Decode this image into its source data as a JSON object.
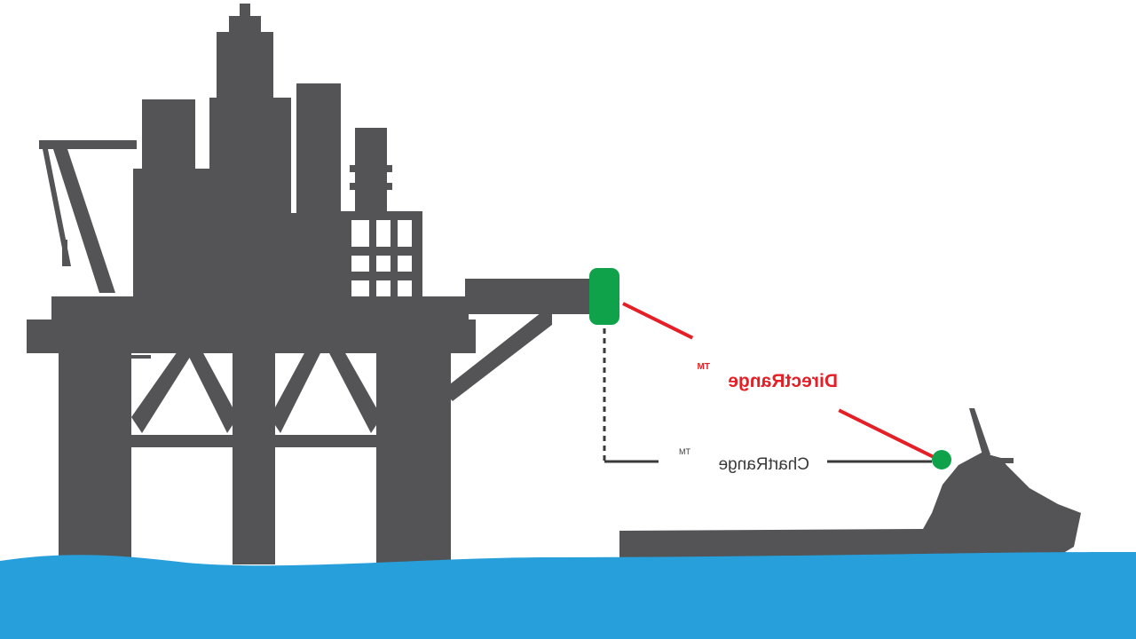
{
  "labels": {
    "direct_range": "DirectRange",
    "chart_range": "ChartRange",
    "trademark": "TM"
  },
  "colors": {
    "structure": "#545456",
    "sea": "#269fdb",
    "sensor": "#10a24a",
    "direct_line": "#e51f26",
    "chart_line": "#3a3a3a",
    "background": "#ffffff"
  },
  "icons": {
    "platform": "oil-rig-silhouette",
    "vessel": "supply-ship-silhouette",
    "sensor": "green-reflector-marker",
    "transponder": "green-dot-marker"
  }
}
